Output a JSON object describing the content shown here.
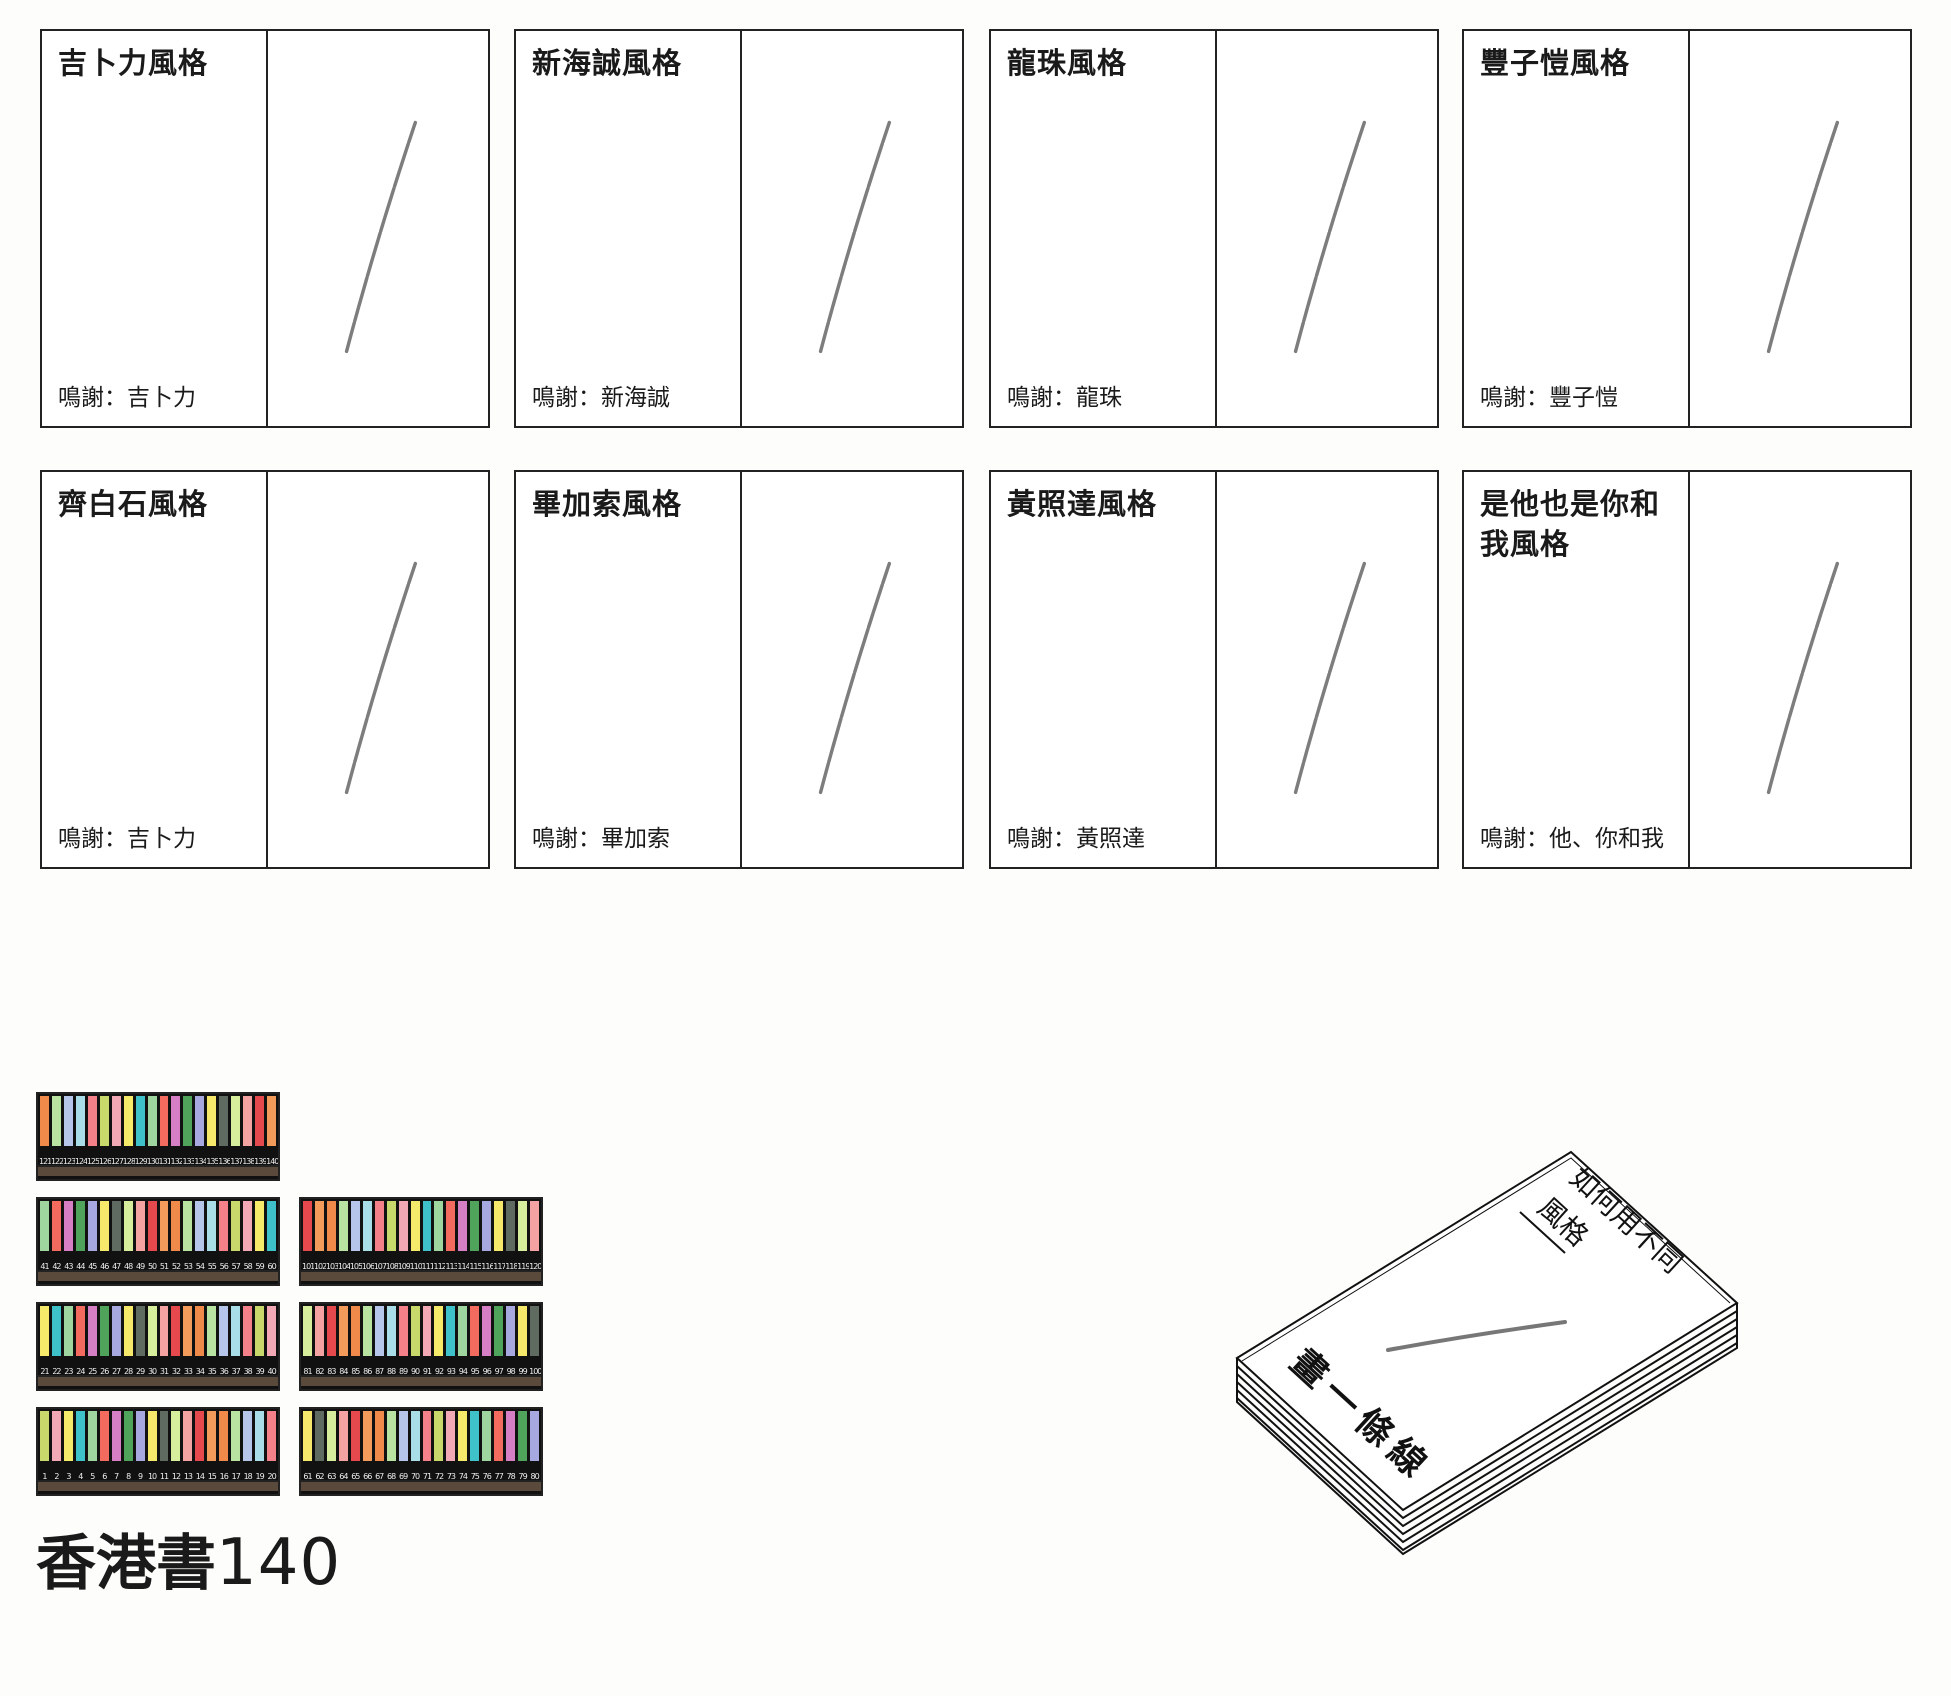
{
  "cards": [
    {
      "title": "吉卜力風格",
      "credit": "鳴謝：吉卜力"
    },
    {
      "title": "新海誠風格",
      "credit": "鳴謝：新海誠"
    },
    {
      "title": "龍珠風格",
      "credit": "鳴謝：龍珠"
    },
    {
      "title": "豐子愷風格",
      "credit": "鳴謝：豐子愷"
    },
    {
      "title": "齊白石風格",
      "credit": "鳴謝：吉卜力"
    },
    {
      "title": "畢加索風格",
      "credit": "鳴謝：畢加索"
    },
    {
      "title": "黃照達風格",
      "credit": "鳴謝：黃照達"
    },
    {
      "title": "是他也是你和我風格",
      "credit": "鳴謝：他、你和我"
    }
  ],
  "shelves": [
    {
      "start": 121,
      "end": 140
    },
    {
      "start": 41,
      "end": 60
    },
    {
      "start": 101,
      "end": 120
    },
    {
      "start": 21,
      "end": 40
    },
    {
      "start": 81,
      "end": 100
    },
    {
      "start": 1,
      "end": 20
    },
    {
      "start": 61,
      "end": 80
    }
  ],
  "spine_colors": [
    "#f08a4b",
    "#a9dde8",
    "#f3a9b5",
    "#9fd6a0",
    "#4fa35a",
    "#5f6b60",
    "#e5484d",
    "#b9e3a0",
    "#f4818a",
    "#f6ea6a",
    "#f26b5e",
    "#a8a8e0",
    "#d7ee9c",
    "#f29b5b",
    "#b6c6ea",
    "#c9d86a",
    "#3fc1c9",
    "#d77fc4",
    "#f5e86a",
    "#f5a2a2"
  ],
  "brand": {
    "name": "香港書",
    "number": "140"
  },
  "book": {
    "title_top": "如何用不同",
    "title_top2": "風格",
    "title_main": "畫一條線"
  }
}
